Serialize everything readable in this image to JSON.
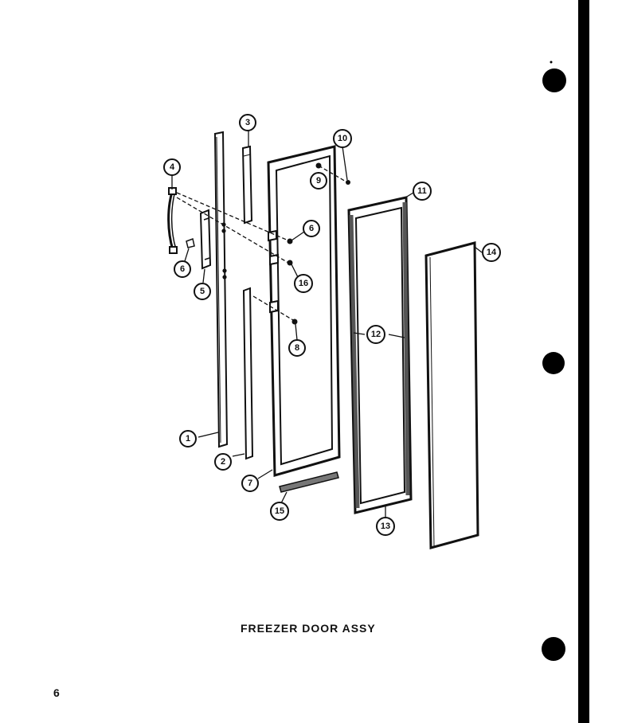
{
  "title": "FREEZER DOOR ASSY",
  "page_number": "6",
  "colors": {
    "ink": "#111111",
    "binding_bar": "#000000",
    "paper": "#ffffff",
    "gasket": "#555555"
  },
  "callouts": {
    "c1": "1",
    "c2": "2",
    "c3": "3",
    "c4": "4",
    "c5": "5",
    "c6a": "6",
    "c6b": "6",
    "c7": "7",
    "c8": "8",
    "c9": "9",
    "c10": "10",
    "c11": "11",
    "c12": "12",
    "c13": "13",
    "c14": "14",
    "c15": "15",
    "c16": "16"
  }
}
